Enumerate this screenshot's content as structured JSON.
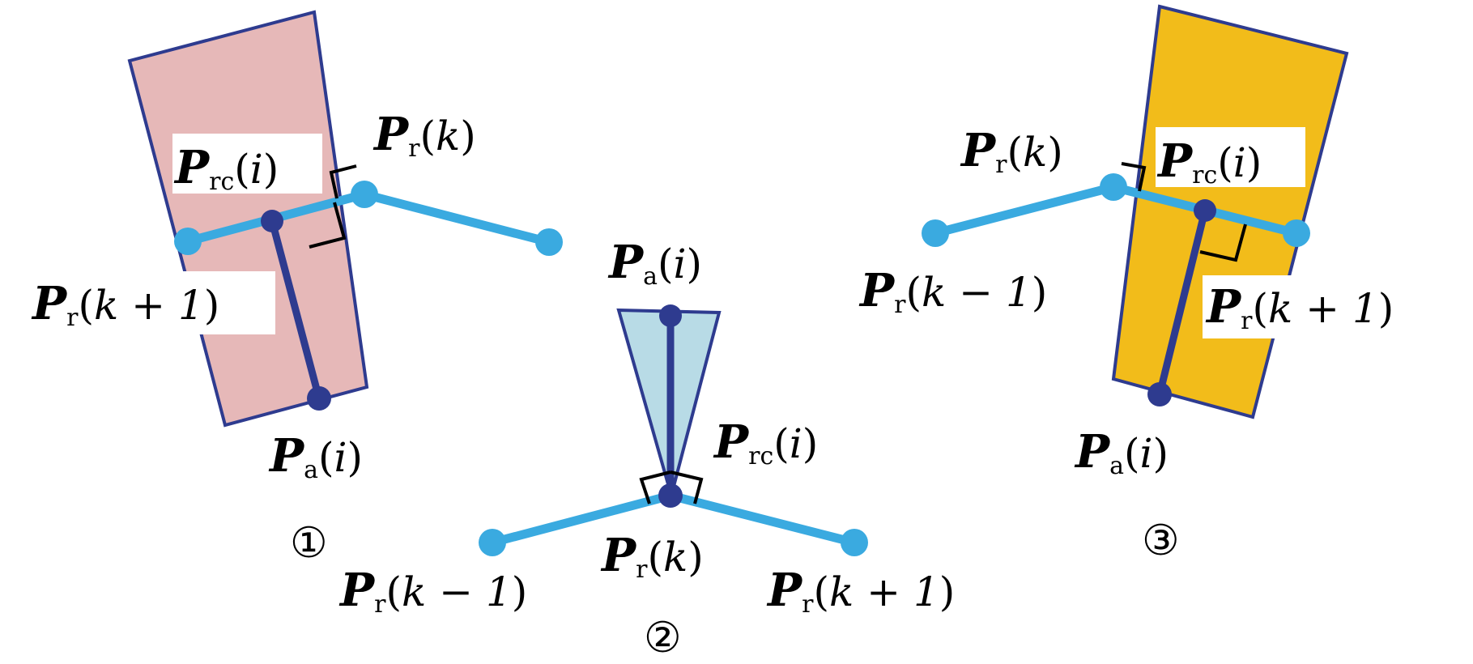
{
  "colors": {
    "rect1_fill": "#e6b8b8",
    "rect2_fill": "#b8dbe6",
    "rect3_fill": "#f2bc1a",
    "outline": "#2e3b8f",
    "path_blue": "#3aaae0",
    "point_dark": "#2e3b8f"
  },
  "labels": {
    "P": "P",
    "sub_r": "r",
    "sub_a": "a",
    "sub_rc": "rc",
    "open": "(",
    "close": ")",
    "i": "i",
    "k": "k",
    "k_plus_1": "k + 1",
    "k_minus_1": "k − 1"
  },
  "panels": [
    {
      "number": "①"
    },
    {
      "number": "②"
    },
    {
      "number": "③"
    }
  ]
}
